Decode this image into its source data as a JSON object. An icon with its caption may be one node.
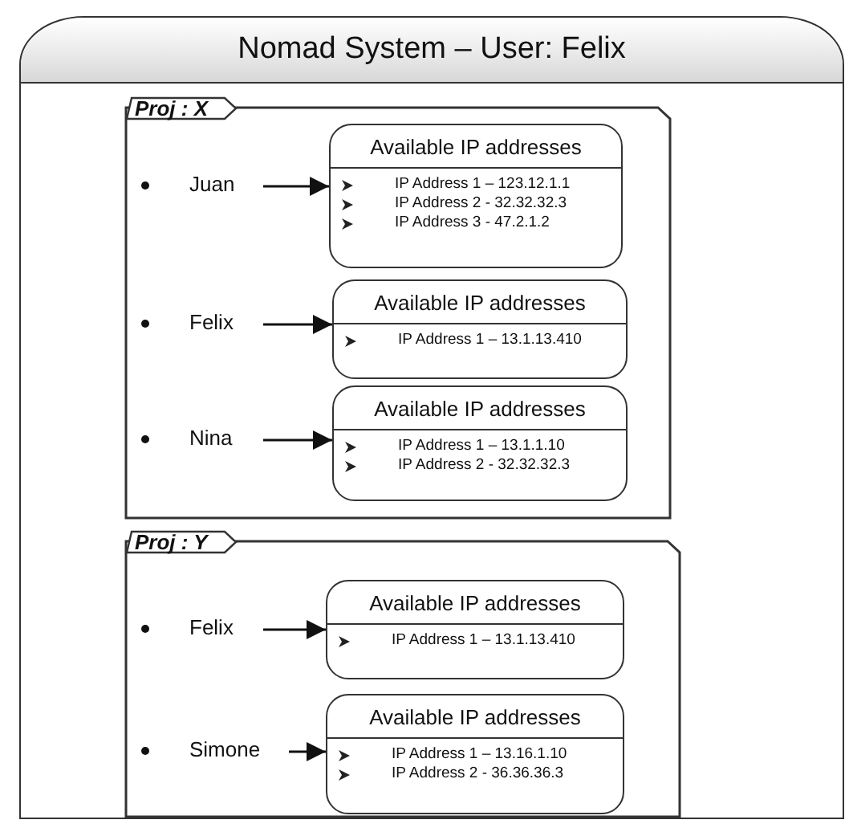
{
  "diagram": {
    "nodes": [
      {
        "text": [
          "Nomad System – User: Felix"
        ]
      },
      {
        "text": [
          "Proj : X"
        ],
        "in": 0
      },
      {
        "text": [
          "Juan"
        ],
        "in": 1
      },
      {
        "text": [
          "Available IP addresses",
          "IP Address 1 – 123.12.1.1",
          "IP Address 2 - 32.32.32.3",
          "IP Address 3 - 47.2.1.2"
        ],
        "in": 1
      },
      {
        "text": [
          "Felix"
        ],
        "in": 1
      },
      {
        "text": [
          "Available IP addresses",
          "IP Address 1 – 13.1.13.410"
        ],
        "in": 1
      },
      {
        "text": [
          "Nina"
        ],
        "in": 1
      },
      {
        "text": [
          "Available IP addresses",
          "IP Address 1 – 13.1.1.10",
          "IP Address 2 - 32.32.32.3"
        ],
        "in": 1
      },
      {
        "text": [
          "Proj : Y"
        ],
        "in": 0
      },
      {
        "text": [
          "Felix"
        ],
        "in": 8
      },
      {
        "text": [
          "Available IP addresses",
          "IP Address 1 – 13.1.13.410"
        ],
        "in": 8
      },
      {
        "text": [
          "Simone"
        ],
        "in": 8
      },
      {
        "text": [
          "Available IP addresses",
          "IP Address 1 – 13.16.1.10",
          "IP Address 2 - 36.36.36.3"
        ],
        "in": 8
      }
    ],
    "edges": [
      {
        "from": 2,
        "to": 3,
        "arrow": "to"
      },
      {
        "from": 4,
        "to": 5,
        "arrow": "to"
      },
      {
        "from": 6,
        "to": 7,
        "arrow": "to"
      },
      {
        "from": 9,
        "to": 10,
        "arrow": "to"
      },
      {
        "from": 11,
        "to": 12,
        "arrow": "to"
      }
    ]
  }
}
